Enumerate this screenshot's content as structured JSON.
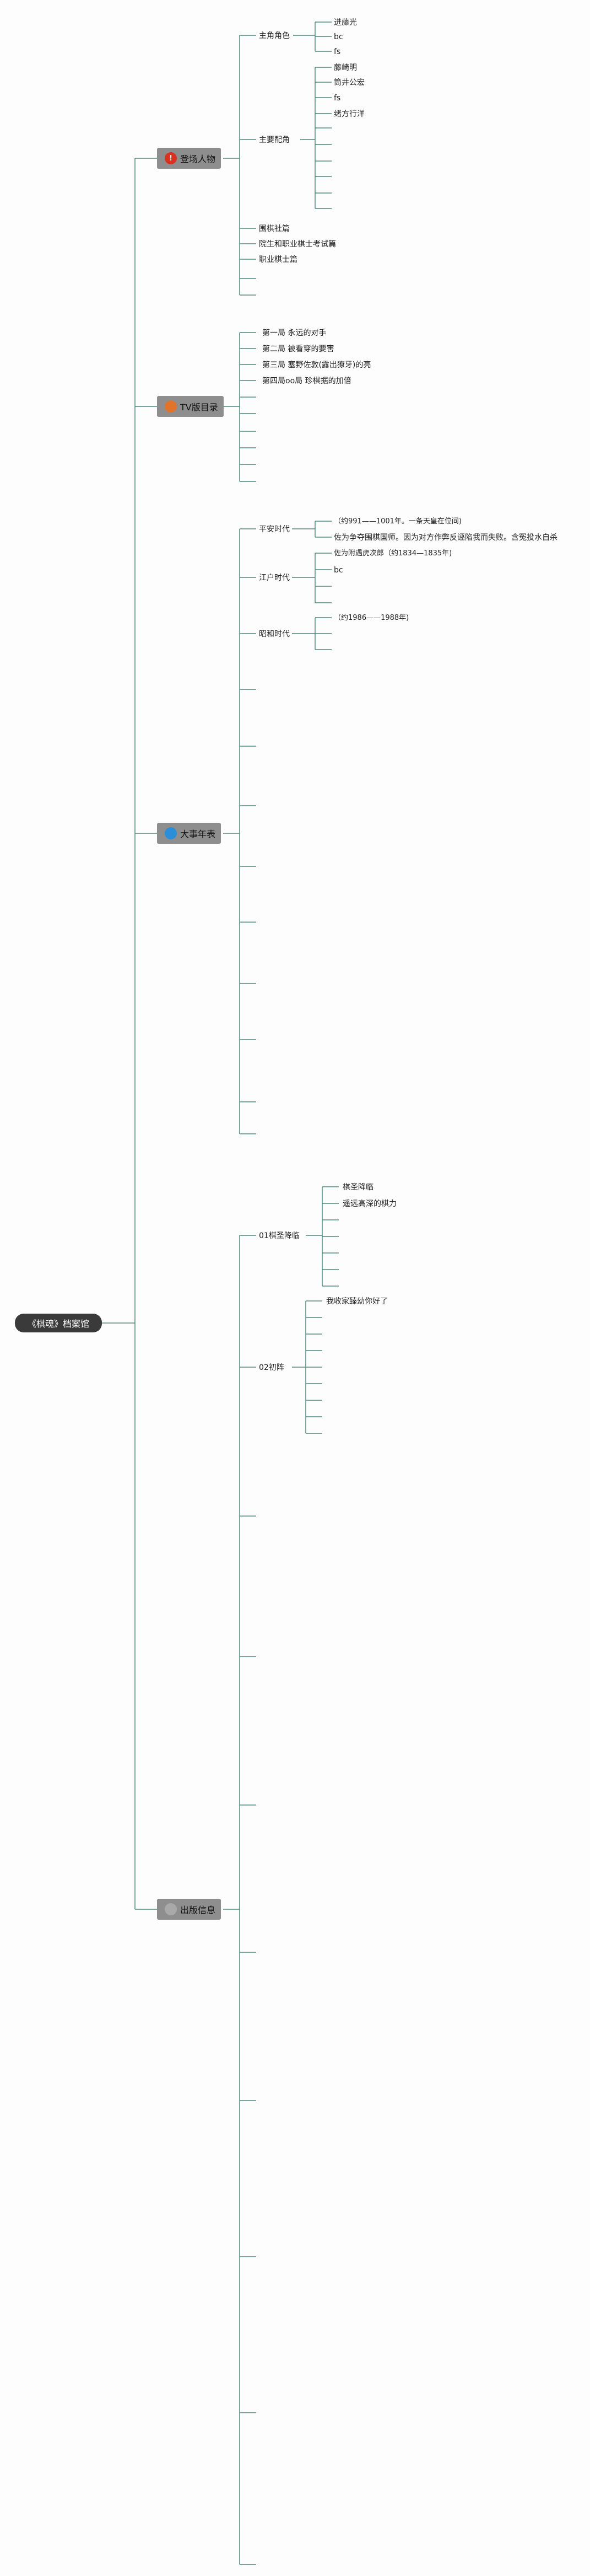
{
  "root": {
    "label": "《棋魂》档案馆"
  },
  "colors": {
    "line": "#4f8a7e",
    "topic_bg": "#8e8e8e",
    "root_bg": "#3a3a3a"
  },
  "topics": {
    "characters": {
      "label": "登场人物",
      "badge_color": "#d9301f",
      "badge_glyph": "!",
      "main_roles": {
        "label": "主角角色",
        "items": [
          "进藤光",
          "bc",
          "fs"
        ]
      },
      "supporting": {
        "label": "主要配角",
        "items": [
          "藤崎明",
          "筒井公宏",
          "fs",
          "绪方行洋"
        ]
      },
      "extra": [
        "围棋社篇",
        "院生和职业棋士考试篇",
        "职业棋士篇"
      ]
    },
    "tv": {
      "label": "TV版目录",
      "badge_color": "#e0742a",
      "badge_glyph": "",
      "episodes": [
        "第一局 永远的对手",
        "第二局 被看穿的要害",
        "第三局 塞野佐敦(露出獠牙)的亮",
        "第四局oo局 珍棋据的加倍"
      ]
    },
    "events": {
      "label": "大事年表",
      "badge_color": "#2a8fd8",
      "badge_glyph": "",
      "heian": {
        "label": "平安时代",
        "items": [
          "（约991——1001年。一条天皇在位间)",
          "佐为争夺围棋国师。因为对方作弊反诬陷我而失败。含冤投水自杀"
        ]
      },
      "edo": {
        "label": "江户时代",
        "items": [
          "佐为附遇虎次郎（约1834—1835年)",
          "bc"
        ]
      },
      "showa": {
        "label": "昭和时代",
        "items": [
          "（约1986——1988年)"
        ]
      }
    },
    "publish": {
      "label": "出版信息",
      "badge_color": "#a9a9a9",
      "badge_glyph": "",
      "v1": {
        "label": "01棋圣降临",
        "items": [
          "棋圣降临",
          "遥远高深的棋力"
        ]
      },
      "v2": {
        "label": "02初阵",
        "items": [
          "我收家臻幼你好了"
        ]
      }
    }
  }
}
